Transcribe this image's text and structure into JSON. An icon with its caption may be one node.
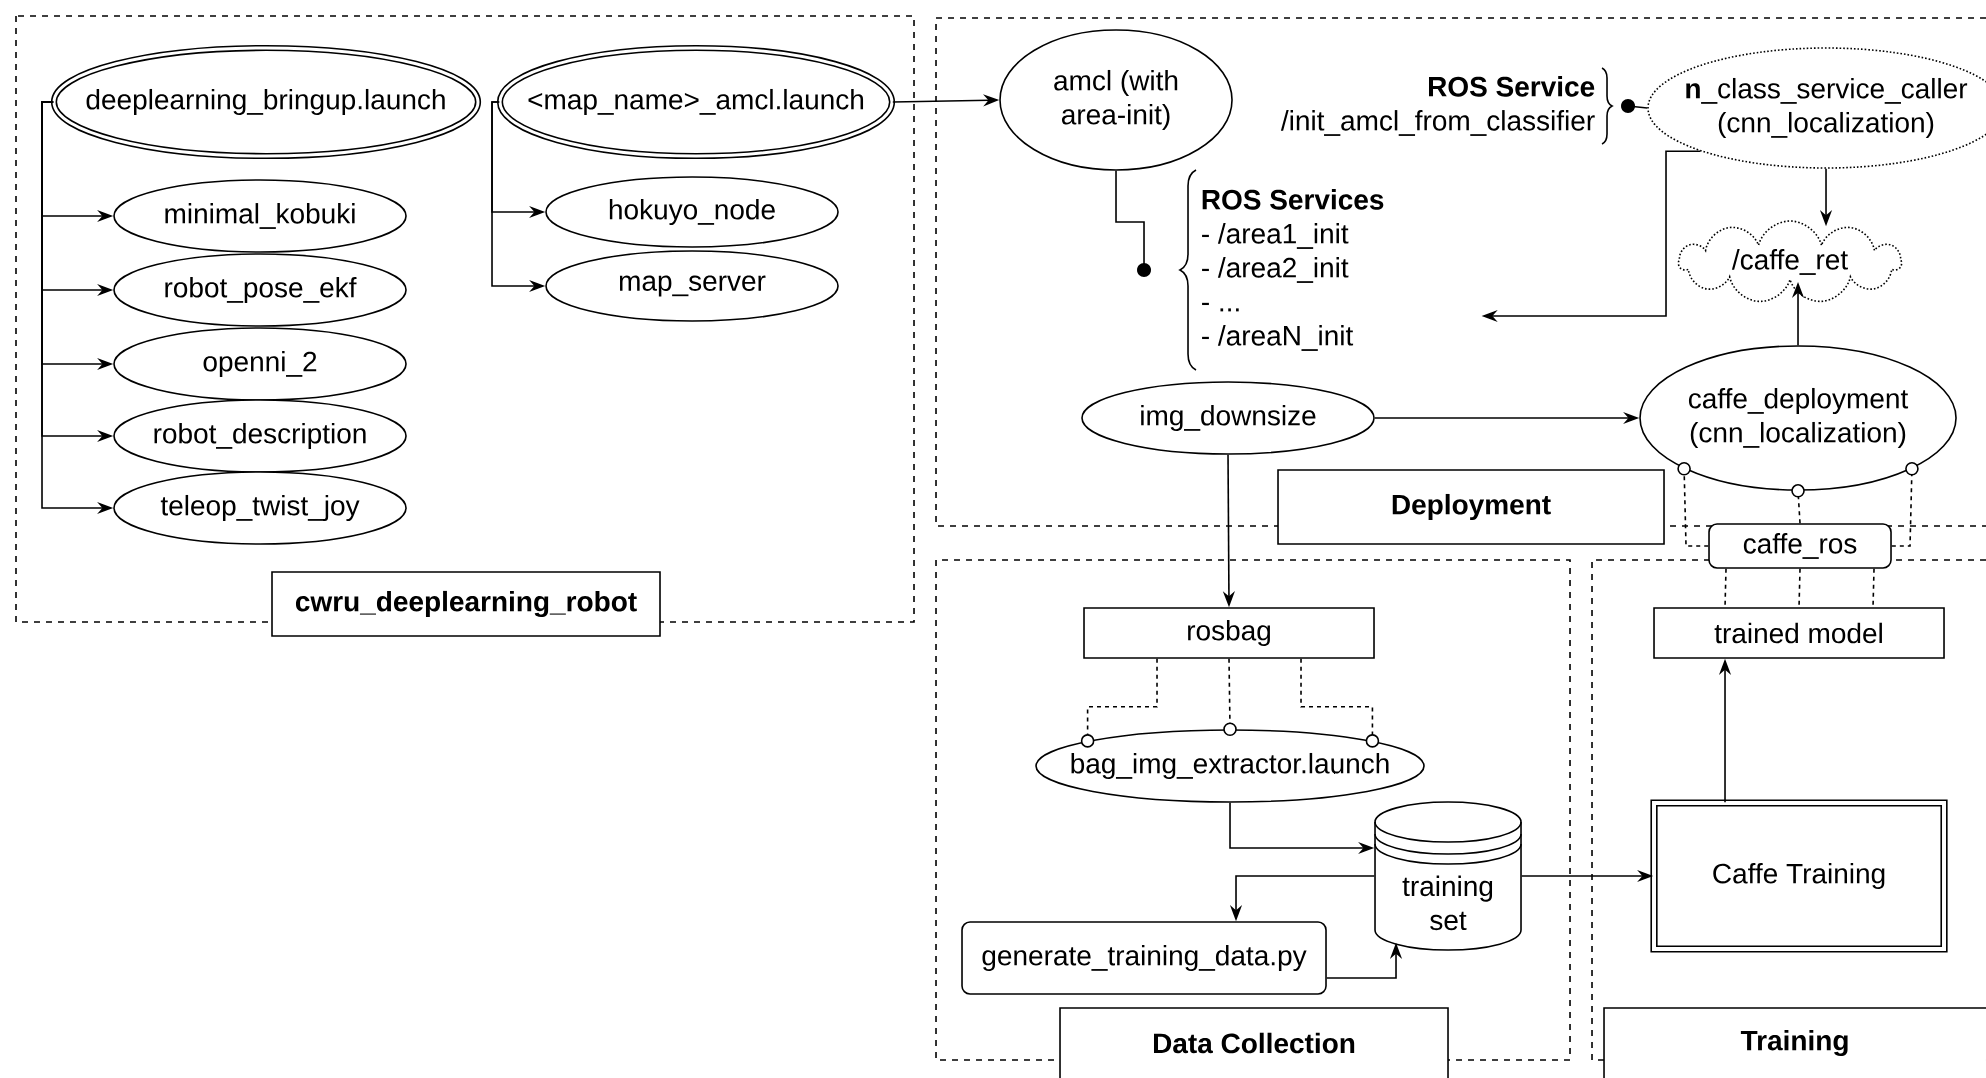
{
  "diagram": {
    "nodes": [
      {
        "text": [
          "cwru_deeplearning_robot"
        ]
      },
      {
        "text": [
          "Deployment"
        ]
      },
      {
        "text": [
          "Data Collection"
        ]
      },
      {
        "text": [
          "Training"
        ]
      },
      {
        "text": [
          "deeplearning_bringup.launch"
        ],
        "in": 0
      },
      {
        "text": [
          "minimal_kobuki"
        ],
        "in": 0
      },
      {
        "text": [
          "robot_pose_ekf"
        ],
        "in": 0
      },
      {
        "text": [
          "openni_2"
        ],
        "in": 0
      },
      {
        "text": [
          "robot_description"
        ],
        "in": 0
      },
      {
        "text": [
          "teleop_twist_joy"
        ],
        "in": 0
      },
      {
        "text": [
          "<map_name>_amcl.launch"
        ],
        "in": 0
      },
      {
        "text": [
          "hokuyo_node"
        ],
        "in": 0
      },
      {
        "text": [
          "map_server"
        ],
        "in": 0
      },
      {
        "text": [
          "amcl (with area-init)"
        ],
        "in": 1
      },
      {
        "text": [
          "ROS Service",
          "/init_amcl_from_classifier"
        ],
        "in": 1
      },
      {
        "text": [
          "**n**_class_service_caller (cnn_localization)"
        ],
        "in": 1
      },
      {
        "text": [
          "ROS Services",
          "- /area1_init",
          "- /area2_init",
          "- ...",
          "- /areaN_init"
        ],
        "in": 1
      },
      {
        "text": [
          "/caffe_ret"
        ],
        "in": 1
      },
      {
        "text": [
          "img_downsize"
        ],
        "in": 1
      },
      {
        "text": [
          "caffe_deployment (cnn_localization)"
        ],
        "in": 1
      },
      {
        "text": [
          "caffe_ros"
        ]
      },
      {
        "text": [
          "trained model"
        ],
        "in": 3
      },
      {
        "text": [
          "rosbag"
        ],
        "in": 2
      },
      {
        "text": [
          "bag_img_extractor.launch"
        ],
        "in": 2
      },
      {
        "text": [
          "training set"
        ],
        "in": 2
      },
      {
        "text": [
          "generate_training_data.py"
        ],
        "in": 2
      },
      {
        "text": [
          "Caffe Training"
        ],
        "in": 3
      }
    ],
    "edges": [
      {
        "from": 4,
        "to": 5,
        "arrow": "to"
      },
      {
        "from": 4,
        "to": 6,
        "arrow": "to"
      },
      {
        "from": 4,
        "to": 7,
        "arrow": "to"
      },
      {
        "from": 4,
        "to": 8,
        "arrow": "to"
      },
      {
        "from": 4,
        "to": 9,
        "arrow": "to"
      },
      {
        "from": 10,
        "to": 11,
        "arrow": "to"
      },
      {
        "from": 10,
        "to": 12,
        "arrow": "to"
      },
      {
        "from": 10,
        "to": 13,
        "arrow": "to"
      },
      {
        "from": 13,
        "to": 16,
        "arrow": "other"
      },
      {
        "from": 15,
        "to": 14,
        "arrow": "other"
      },
      {
        "from": 15,
        "to": 17,
        "arrow": "to"
      },
      {
        "from": 15,
        "to": 16,
        "arrow": "to"
      },
      {
        "from": 18,
        "to": 19,
        "arrow": "to"
      },
      {
        "from": 19,
        "to": 17,
        "arrow": "to"
      },
      {
        "from": 18,
        "to": 22,
        "arrow": "to"
      },
      {
        "from": 22,
        "to": 23,
        "arrow": "none",
        "style": "dashed"
      },
      {
        "from": 22,
        "to": 23,
        "arrow": "none",
        "style": "dashed"
      },
      {
        "from": 22,
        "to": 23,
        "arrow": "none",
        "style": "dashed"
      },
      {
        "from": 20,
        "to": 19,
        "arrow": "none",
        "style": "dashed"
      },
      {
        "from": 20,
        "to": 19,
        "arrow": "none",
        "style": "dashed"
      },
      {
        "from": 20,
        "to": 19,
        "arrow": "none",
        "style": "dashed"
      },
      {
        "from": 20,
        "to": 21,
        "arrow": "none",
        "style": "dashed"
      },
      {
        "from": 20,
        "to": 21,
        "arrow": "none",
        "style": "dashed"
      },
      {
        "from": 20,
        "to": 21,
        "arrow": "none",
        "style": "dashed"
      },
      {
        "from": 23,
        "to": 24,
        "arrow": "to"
      },
      {
        "from": 24,
        "to": 25,
        "arrow": "to"
      },
      {
        "from": 25,
        "to": 24,
        "arrow": "to"
      },
      {
        "from": 24,
        "to": 26,
        "arrow": "to"
      },
      {
        "from": 26,
        "to": 21,
        "arrow": "to"
      }
    ]
  }
}
